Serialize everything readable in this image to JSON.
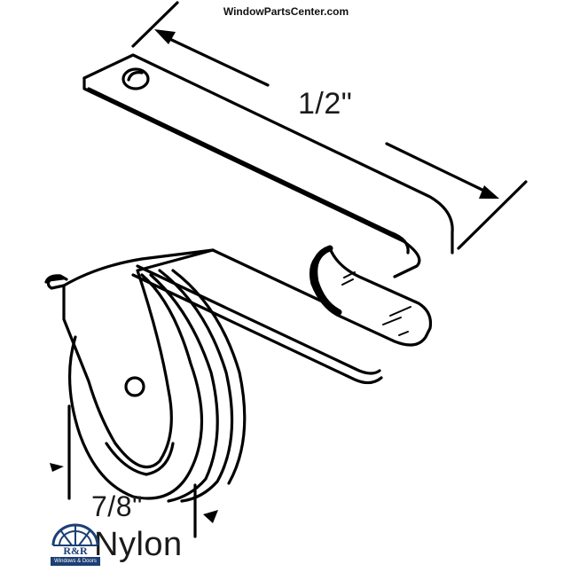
{
  "header": {
    "watermark": "WindowPartsCenter.com"
  },
  "diagram": {
    "subject": "window roller with nylon wheel and S-bend spring steel arm",
    "dimensions": {
      "arm_length_label": "1/2\"",
      "wheel_diameter_label": "7/8\""
    },
    "material_label": "Nylon",
    "line_color": "#000000",
    "background_color": "#ffffff"
  },
  "logo": {
    "brand_initials": "R&R",
    "brand_tagline": "Windows & Doors",
    "brand_color": "#1c3f76"
  }
}
